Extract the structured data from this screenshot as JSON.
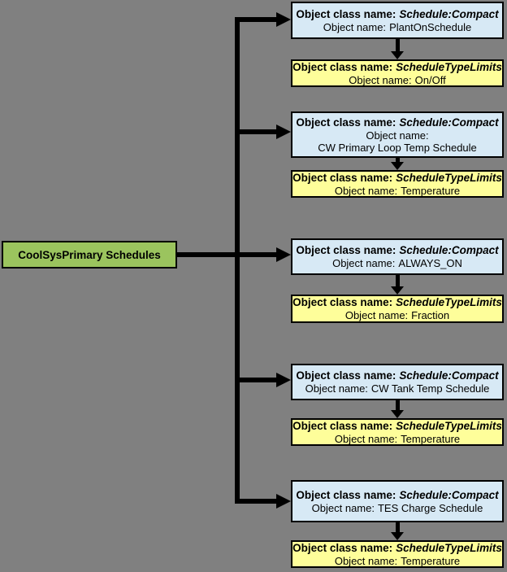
{
  "diagram": {
    "background": "#808080",
    "root": {
      "label": "CoolSysPrimary Schedules",
      "fill": "#9BC45E"
    },
    "colors": {
      "schedule_fill": "#D7E9F5",
      "limits_fill": "#FEFE9A",
      "border": "#000000",
      "connector": "#000000",
      "text": "#000000"
    }
  },
  "pairs": [
    {
      "schedule": {
        "class_label": "Object class name:",
        "class_name": "Schedule:Compact",
        "name_label": "Object name:",
        "object_name": "PlantOnSchedule"
      },
      "limits": {
        "class_label": "Object class name:",
        "class_name": "ScheduleTypeLimits",
        "name_label": "Object name:",
        "object_name": "On/Off"
      }
    },
    {
      "schedule": {
        "class_label": "Object class name:",
        "class_name": "Schedule:Compact",
        "name_label": "Object name:",
        "object_name": "CW Primary Loop Temp Schedule"
      },
      "limits": {
        "class_label": "Object class name:",
        "class_name": "ScheduleTypeLimits",
        "name_label": "Object name:",
        "object_name": "Temperature"
      }
    },
    {
      "schedule": {
        "class_label": "Object class name:",
        "class_name": "Schedule:Compact",
        "name_label": "Object name:",
        "object_name": "ALWAYS_ON"
      },
      "limits": {
        "class_label": "Object class name:",
        "class_name": "ScheduleTypeLimits",
        "name_label": "Object name:",
        "object_name": "Fraction"
      }
    },
    {
      "schedule": {
        "class_label": "Object class name:",
        "class_name": "Schedule:Compact",
        "name_label": "Object name:",
        "object_name": "CW Tank Temp Schedule"
      },
      "limits": {
        "class_label": "Object class name:",
        "class_name": "ScheduleTypeLimits",
        "name_label": "Object name:",
        "object_name": "Temperature"
      }
    },
    {
      "schedule": {
        "class_label": "Object class name:",
        "class_name": "Schedule:Compact",
        "name_label": "Object name:",
        "object_name": "TES Charge Schedule"
      },
      "limits": {
        "class_label": "Object class name:",
        "class_name": "ScheduleTypeLimits",
        "name_label": "Object name:",
        "object_name": "Temperature"
      }
    }
  ]
}
